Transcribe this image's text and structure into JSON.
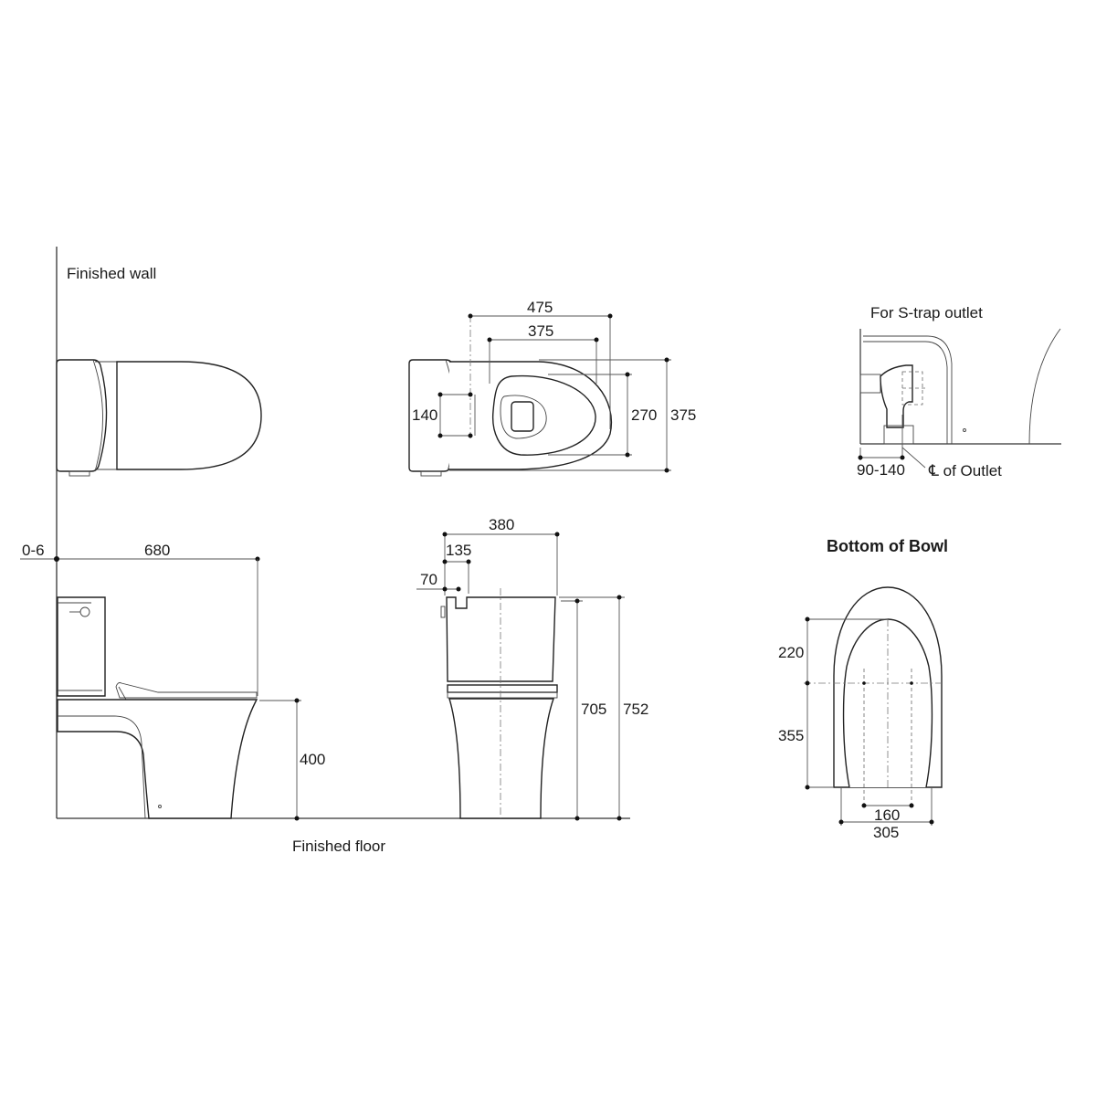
{
  "labels": {
    "finished_wall": "Finished wall",
    "finished_floor": "Finished floor",
    "s_trap_title": "For S-trap outlet",
    "outlet_centerline": "℄ of Outlet",
    "bottom_of_bowl": "Bottom of Bowl"
  },
  "top_view": {
    "dims": {
      "overall_length_from_fix": "475",
      "bowl_opening_length": "375",
      "fixing_spacing": "140",
      "bowl_opening_width": "270",
      "overall_width": "375"
    }
  },
  "side_view": {
    "dims": {
      "wall_gap": "0-6",
      "overall_depth": "680",
      "seat_height": "400"
    }
  },
  "front_view": {
    "dims": {
      "width": "380",
      "button_offset": "135",
      "button_edge": "70",
      "tank_height": "705",
      "overall_height": "752"
    }
  },
  "s_trap": {
    "dims": {
      "wall_to_outlet": "90-140"
    }
  },
  "bowl_bottom": {
    "dims": {
      "front_to_fix": "220",
      "fix_to_back": "355",
      "fixing_spacing": "160",
      "base_width": "305"
    }
  }
}
